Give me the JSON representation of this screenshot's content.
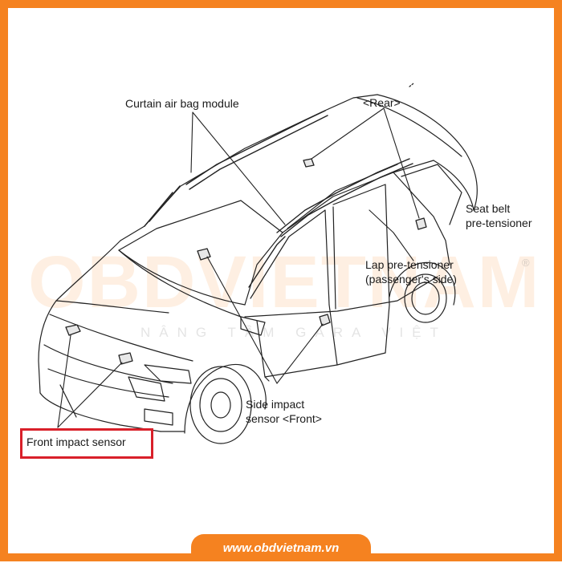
{
  "diagram": {
    "labels": {
      "curtain_airbag": "Curtain air bag module",
      "rear": "<Rear>",
      "seatbelt_line1": "Seat belt",
      "seatbelt_line2": "pre-tensioner",
      "lap_line1": "Lap pre-tensioner",
      "lap_line2": "(passenger's side)",
      "side_line1": "Side impact",
      "side_line2": "sensor <Front>",
      "front_impact": "Front impact sensor"
    },
    "highlight_color": "#d9202a"
  },
  "watermark": {
    "brand": "OBDVIETNAM",
    "tagline": "NÂNG TẦM GARA VIỆT",
    "registered": "®"
  },
  "footer": {
    "url": "www.obdvietnam.vn",
    "accent": "#f58220"
  }
}
